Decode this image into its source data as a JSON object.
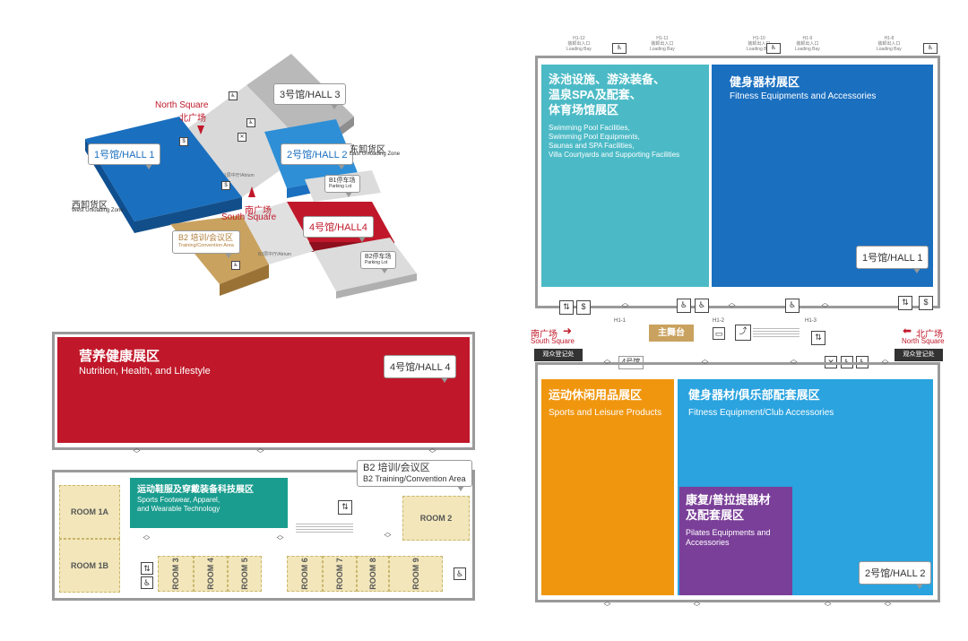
{
  "overview": {
    "hall1": "1号馆/HALL 1",
    "hall2": "2号馆/HALL 2",
    "hall3": "3号馆/HALL 3",
    "hall4": "4号馆/HALL4",
    "north_square_en": "North Square",
    "north_square_cn": "北广场",
    "south_square_cn": "南广场",
    "south_square_en": "South Square",
    "east_zone_cn": "东卸货区",
    "east_zone_en": "East Unloading Zone",
    "west_zone_cn": "西卸货区",
    "west_zone_en": "West Unloading Zone",
    "b1_parking_cn": "B1停车场",
    "b1_parking_en": "Parking Lot",
    "b2_parking_cn": "B2停车场",
    "b2_parking_en": "Parking Lot",
    "b2_training_cn": "B2 培训/会议区",
    "b2_training_en": "Training/Convention Area",
    "atrium1": "1层中厅/Atrium",
    "atrium2": "B2层中厅/Atrium"
  },
  "hall4_plan": {
    "zone_cn": "营养健康展区",
    "zone_en": "Nutrition, Health, and Lifestyle",
    "hall_label": "4号馆/HALL 4"
  },
  "b2_plan": {
    "callout_cn": "B2 培训/会议区",
    "callout_en": "B2 Training/Convention Area",
    "zone_cn": "运动鞋服及穿戴装备科技展区",
    "zone_en": "Sports Footwear, Apparel,\nand Wearable Technology",
    "rooms": {
      "r1a": "ROOM 1A",
      "r1b": "ROOM 1B",
      "r2": "ROOM 2",
      "r3": "ROOM 3",
      "r4": "ROOM 4",
      "r5": "ROOM 5",
      "r6": "ROOM 6",
      "r7": "ROOM 7",
      "r8": "ROOM 8",
      "r9": "ROOM 9"
    }
  },
  "hall1_plan": {
    "pool_cn": "泳池设施、游泳装备、\n温泉SPA及配套、\n体育场馆展区",
    "pool_en": "Swimming Pool Facilities,\nSwimming Pool Equipments,\nSaunas and SPA Facilities,\nVilla Courtyards and Supporting Facilities",
    "fitness_cn": "健身器材展区",
    "fitness_en": "Fitness Equipments and Accessories",
    "hall_label": "1号馆/HALL 1"
  },
  "middle": {
    "south_cn": "南广场",
    "south_en": "South Square",
    "north_cn": "北广场",
    "north_en": "North Square",
    "main_stage": "主舞台",
    "reg_left_cn": "观众登记处",
    "reg_right_cn": "观众登记处",
    "hall4_label": "4号馆",
    "h1_1": "H1-1",
    "h1_2": "H1-2",
    "h1_3": "H1-3"
  },
  "hall2_plan": {
    "leisure_cn": "运动休闲用品展区",
    "leisure_en": "Sports and Leisure Products",
    "club_cn": "健身器材/俱乐部配套展区",
    "club_en": "Fitness Equipment/Club Accessories",
    "pilates_cn": "康复/普拉提器材\n及配套展区",
    "pilates_en": "Pilates Equipments and\nAccessories",
    "hall_label": "2号馆/HALL 2"
  },
  "colors": {
    "red": "#c0182a",
    "teal": "#1a9d8f",
    "cyan": "#4bbac6",
    "blue": "#1a6fbf",
    "lightblue": "#2aa3df",
    "orange": "#f0960e",
    "purple": "#7a3f98",
    "sand": "#f2e6ba"
  }
}
